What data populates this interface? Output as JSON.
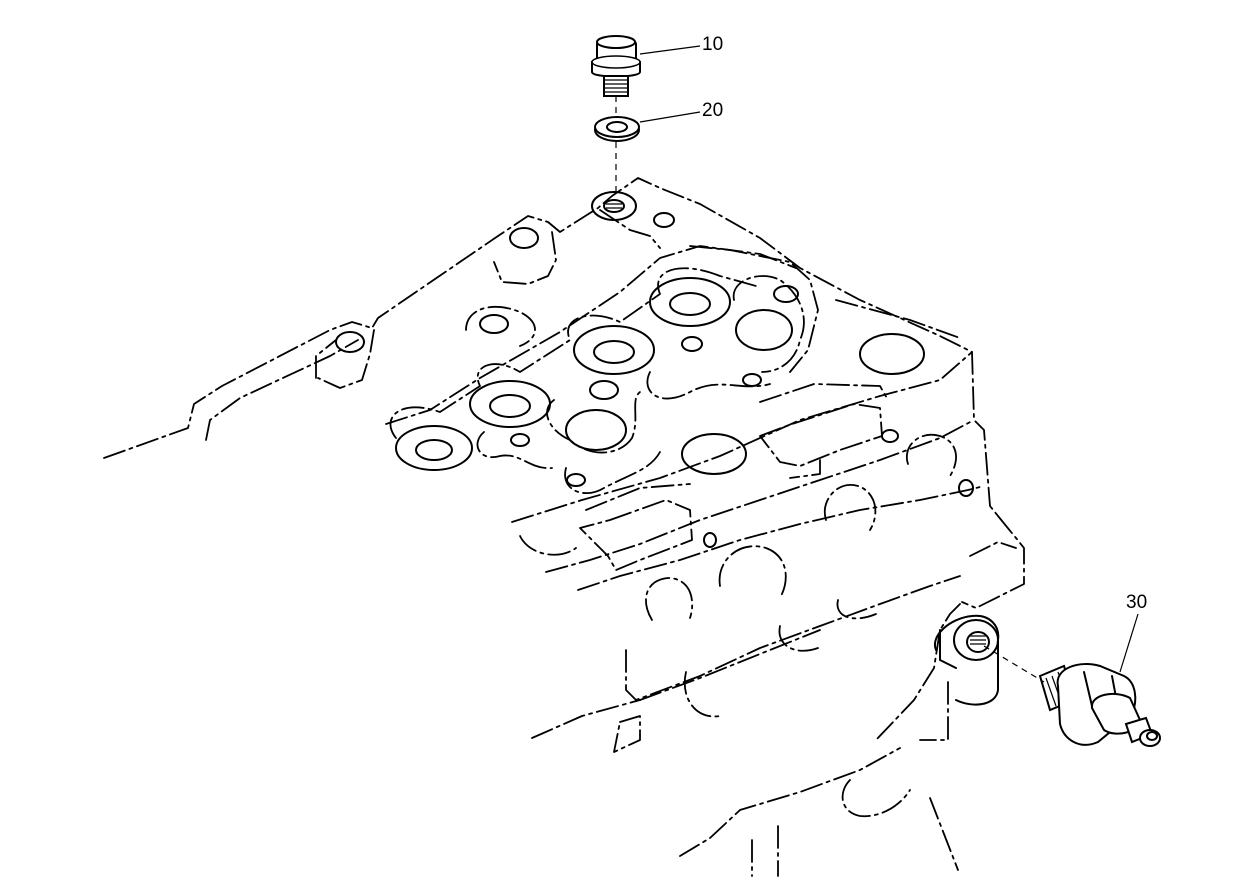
{
  "callouts": [
    {
      "id": "part-10",
      "label": "10"
    },
    {
      "id": "part-20",
      "label": "20"
    },
    {
      "id": "part-30",
      "label": "30"
    }
  ]
}
